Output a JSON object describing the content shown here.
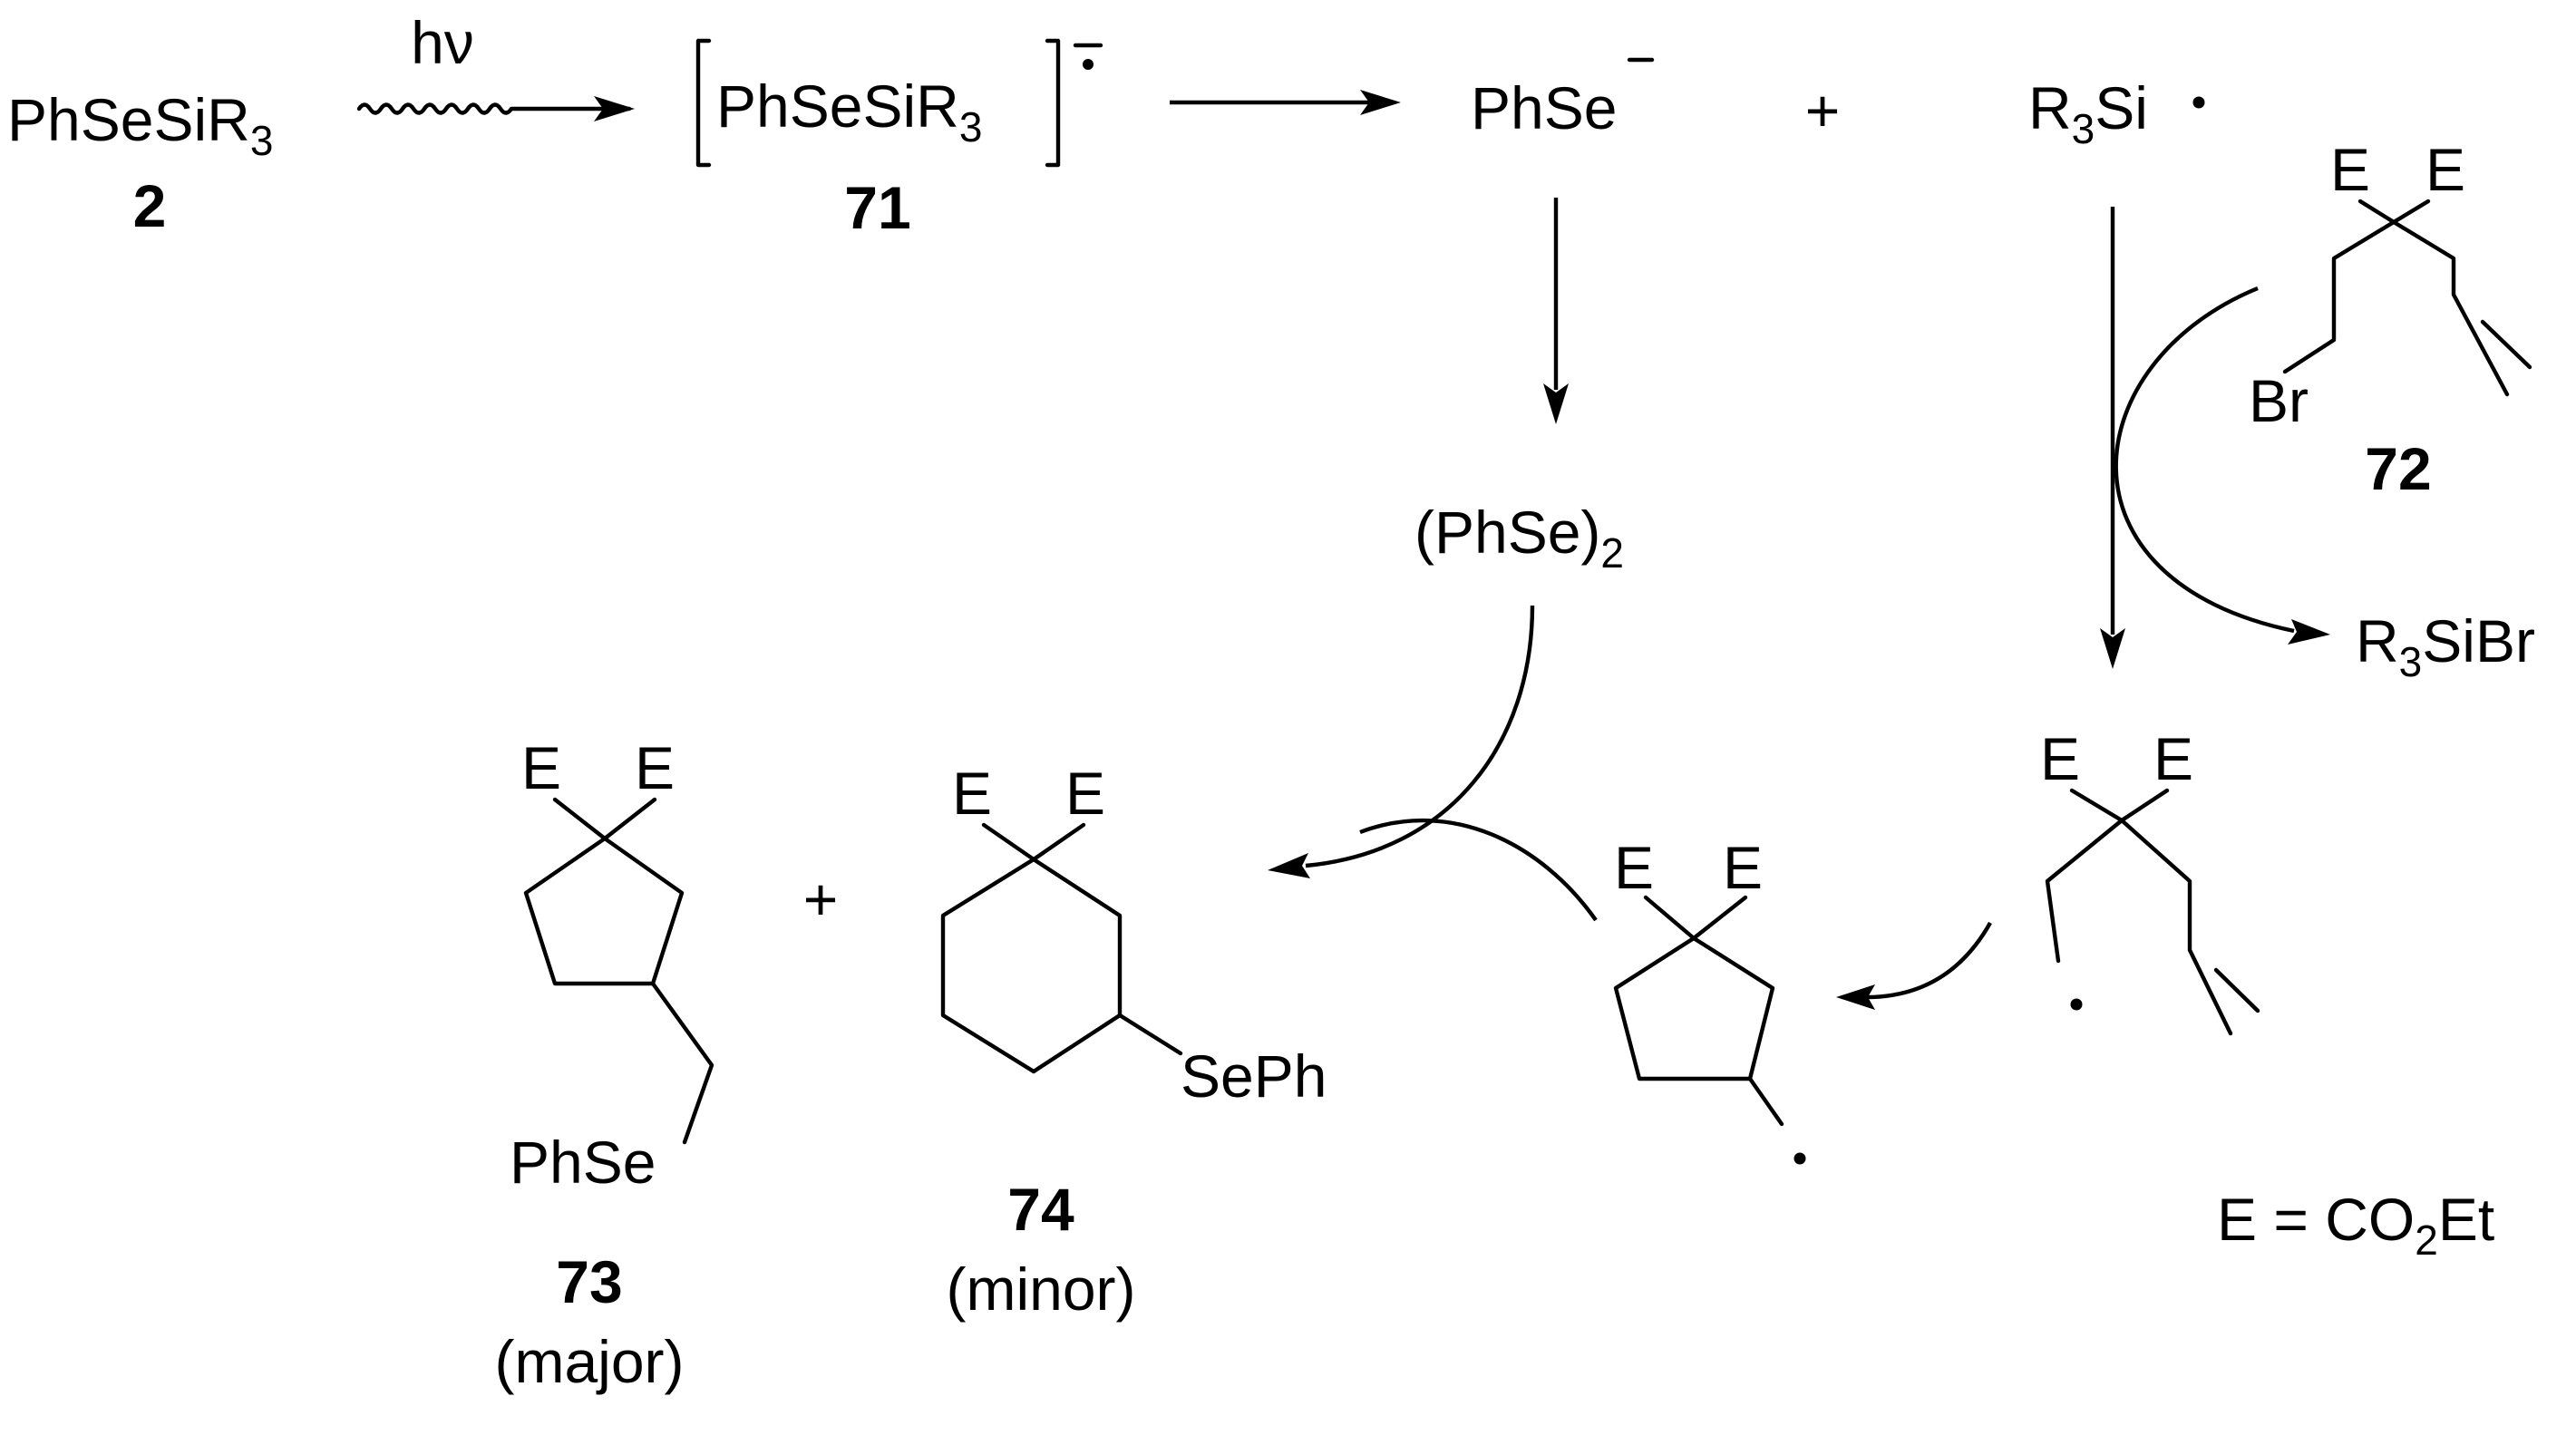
{
  "scheme": {
    "reactant_2": {
      "formula": "PhSeSiR",
      "sub": "3",
      "number": "2"
    },
    "light": "hν",
    "radical_anion_71": {
      "formula": "PhSeSiR",
      "sub": "3",
      "number": "71"
    },
    "phse_anion": {
      "formula": "PhSe",
      "charge": "−"
    },
    "plus": "+",
    "silyl_radical": {
      "formula": "R",
      "sub": "3",
      "formula_after": "Si"
    },
    "bromide_72": {
      "E_left": "E",
      "E_right": "E",
      "leaving_group": "Br",
      "number": "72"
    },
    "silyl_bromide": {
      "formula": "R",
      "sub": "3",
      "formula_after": "SiBr"
    },
    "diselenide": {
      "formula": "(PhSe)",
      "sub": "2"
    },
    "open_radical": {
      "E_left": "E",
      "E_right": "E"
    },
    "cyclized_radical": {
      "E_left": "E",
      "E_right": "E"
    },
    "product_73": {
      "E_left": "E",
      "E_right": "E",
      "substituent": "PhSe",
      "number": "73",
      "note": "(major)"
    },
    "product_74": {
      "E_left": "E",
      "E_right": "E",
      "substituent": "SePh",
      "number": "74",
      "note": "(minor)"
    },
    "legend": {
      "prefix": "E = CO",
      "sub": "2",
      "suffix": "Et"
    }
  }
}
